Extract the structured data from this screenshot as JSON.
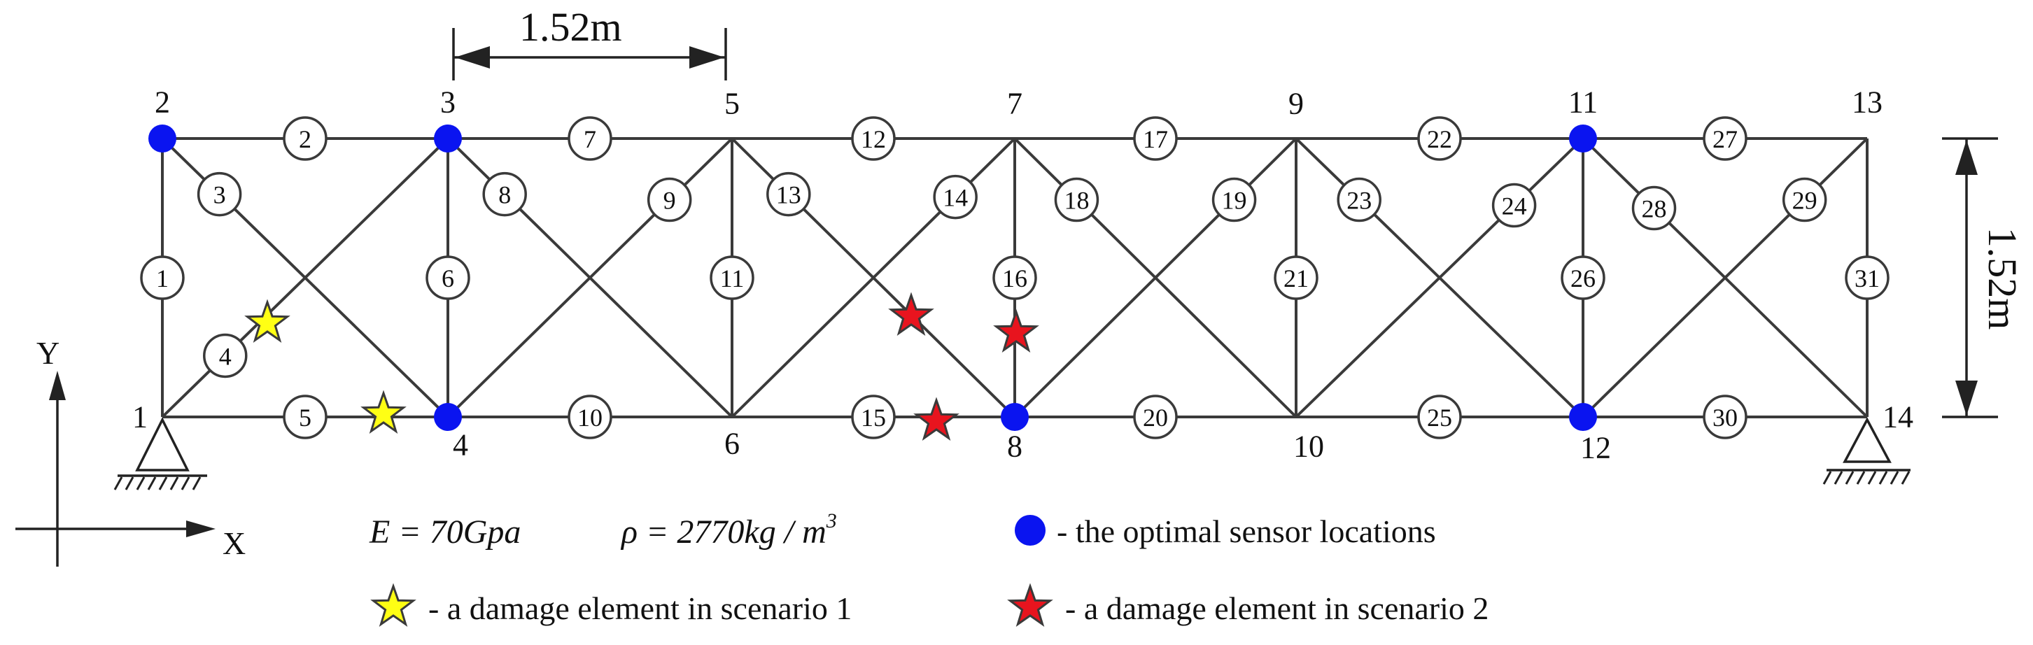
{
  "dimensions": {
    "horizontal_label": "1.52m",
    "vertical_label": "1.52m"
  },
  "axes": {
    "x_label": "X",
    "y_label": "Y"
  },
  "colors": {
    "sensor": "#0a14f0",
    "damage_scenario_1": "#ffff14",
    "damage_scenario_2": "#e8141e",
    "member": "#3a3a3a"
  },
  "material": {
    "E": "E = 70Gpa",
    "rho_prefix": "ρ = 2770kg / m",
    "rho_exp": "3"
  },
  "legend": {
    "sensor": "- the optimal sensor locations",
    "scenario1": "- a damage element in scenario 1",
    "scenario2": "- a damage element in scenario 2"
  },
  "nodes": [
    {
      "id": 1,
      "label": "1"
    },
    {
      "id": 2,
      "label": "2"
    },
    {
      "id": 3,
      "label": "3"
    },
    {
      "id": 4,
      "label": "4"
    },
    {
      "id": 5,
      "label": "5"
    },
    {
      "id": 6,
      "label": "6"
    },
    {
      "id": 7,
      "label": "7"
    },
    {
      "id": 8,
      "label": "8"
    },
    {
      "id": 9,
      "label": "9"
    },
    {
      "id": 10,
      "label": "10"
    },
    {
      "id": 11,
      "label": "11"
    },
    {
      "id": 12,
      "label": "12"
    },
    {
      "id": 13,
      "label": "13"
    },
    {
      "id": 14,
      "label": "14"
    }
  ],
  "elements": [
    {
      "id": 1,
      "label": "1",
      "from": 1,
      "to": 2
    },
    {
      "id": 2,
      "label": "2",
      "from": 2,
      "to": 3
    },
    {
      "id": 3,
      "label": "3",
      "from": 2,
      "to": 4
    },
    {
      "id": 4,
      "label": "4",
      "from": 1,
      "to": 3
    },
    {
      "id": 5,
      "label": "5",
      "from": 1,
      "to": 4
    },
    {
      "id": 6,
      "label": "6",
      "from": 3,
      "to": 4
    },
    {
      "id": 7,
      "label": "7",
      "from": 3,
      "to": 5
    },
    {
      "id": 8,
      "label": "8",
      "from": 3,
      "to": 6
    },
    {
      "id": 9,
      "label": "9",
      "from": 4,
      "to": 5
    },
    {
      "id": 10,
      "label": "10",
      "from": 4,
      "to": 6
    },
    {
      "id": 11,
      "label": "11",
      "from": 5,
      "to": 6
    },
    {
      "id": 12,
      "label": "12",
      "from": 5,
      "to": 7
    },
    {
      "id": 13,
      "label": "13",
      "from": 5,
      "to": 8
    },
    {
      "id": 14,
      "label": "14",
      "from": 6,
      "to": 7
    },
    {
      "id": 15,
      "label": "15",
      "from": 6,
      "to": 8
    },
    {
      "id": 16,
      "label": "16",
      "from": 7,
      "to": 8
    },
    {
      "id": 17,
      "label": "17",
      "from": 7,
      "to": 9
    },
    {
      "id": 18,
      "label": "18",
      "from": 7,
      "to": 10
    },
    {
      "id": 19,
      "label": "19",
      "from": 8,
      "to": 9
    },
    {
      "id": 20,
      "label": "20",
      "from": 8,
      "to": 10
    },
    {
      "id": 21,
      "label": "21",
      "from": 9,
      "to": 10
    },
    {
      "id": 22,
      "label": "22",
      "from": 9,
      "to": 11
    },
    {
      "id": 23,
      "label": "23",
      "from": 9,
      "to": 12
    },
    {
      "id": 24,
      "label": "24",
      "from": 10,
      "to": 11
    },
    {
      "id": 25,
      "label": "25",
      "from": 10,
      "to": 12
    },
    {
      "id": 26,
      "label": "26",
      "from": 11,
      "to": 12
    },
    {
      "id": 27,
      "label": "27",
      "from": 11,
      "to": 13
    },
    {
      "id": 28,
      "label": "28",
      "from": 11,
      "to": 14
    },
    {
      "id": 29,
      "label": "29",
      "from": 12,
      "to": 13
    },
    {
      "id": 30,
      "label": "30",
      "from": 12,
      "to": 14
    },
    {
      "id": 31,
      "label": "31",
      "from": 13,
      "to": 14
    }
  ],
  "sensor_nodes": [
    2,
    3,
    4,
    8,
    11,
    12
  ],
  "damage_scenario_1": [
    4,
    5
  ],
  "damage_scenario_2": [
    13,
    15,
    16
  ]
}
